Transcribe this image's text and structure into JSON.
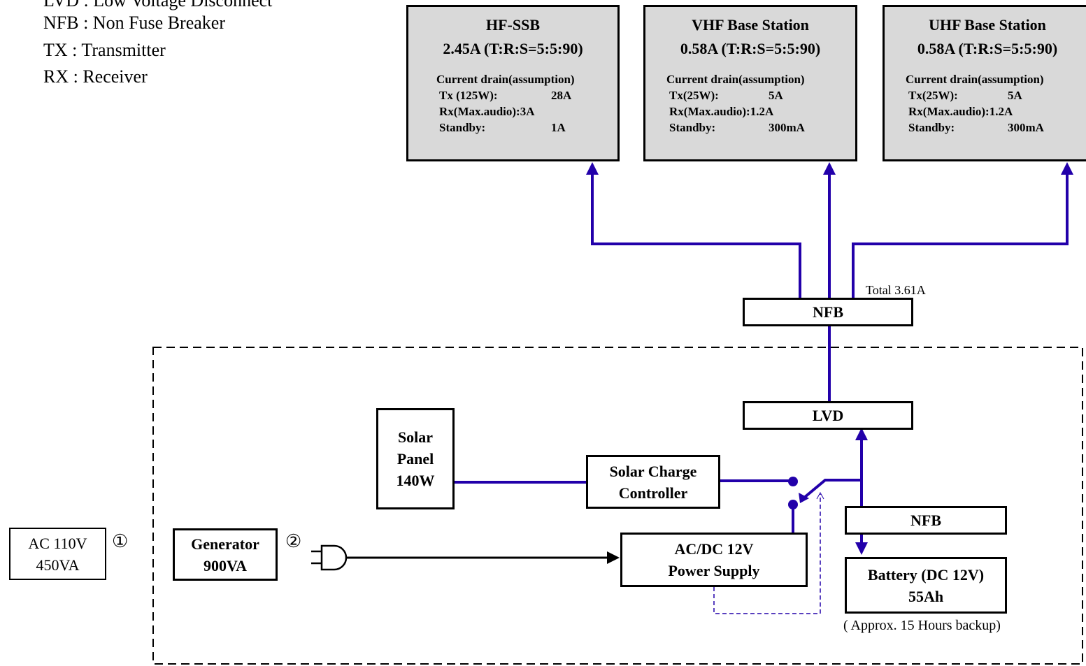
{
  "legend": [
    "LVD : Low Voltage Disconnect",
    "NFB : Non Fuse Breaker",
    "TX : Transmitter",
    "RX : Receiver"
  ],
  "radios": [
    {
      "title": "HF-SSB",
      "current": "2.45A (T:R:S=5:5:90)",
      "drain_header": "Current drain(assumption)",
      "tx_label": "Tx (125W):",
      "tx_value": "28A",
      "rx_label": "Rx(Max.audio):3A",
      "rx_value": "",
      "sb_label": "Standby:",
      "sb_value": "1A"
    },
    {
      "title": "VHF Base Station",
      "current": "0.58A (T:R:S=5:5:90)",
      "drain_header": "Current drain(assumption)",
      "tx_label": "Tx(25W):",
      "tx_value": "5A",
      "rx_label": "Rx(Max.audio):1.2A",
      "rx_value": "",
      "sb_label": "Standby:",
      "sb_value": "300mA"
    },
    {
      "title": "UHF Base Station",
      "current": "0.58A (T:R:S=5:5:90)",
      "drain_header": "Current drain(assumption)",
      "tx_label": "Tx(25W):",
      "tx_value": "5A",
      "rx_label": "Rx(Max.audio):1.2A",
      "rx_value": "",
      "sb_label": "Standby:",
      "sb_value": "300mA"
    }
  ],
  "total_label": "Total 3.61A",
  "nfb_top": "NFB",
  "lvd": "LVD",
  "solar_panel": [
    "Solar",
    "Panel",
    "140W"
  ],
  "solar_charge": [
    "Solar Charge",
    "Controller"
  ],
  "nfb_battery": "NFB",
  "battery": [
    "Battery (DC 12V)",
    "55Ah"
  ],
  "battery_note": "( Approx. 15 Hours backup)",
  "ac_dc": [
    "AC/DC 12V",
    "Power Supply"
  ],
  "generator": [
    "Generator",
    "900VA"
  ],
  "ac_source": [
    "AC 110V",
    "450VA"
  ],
  "marker_1": "①",
  "marker_2": "②",
  "colors": {
    "wire": "#2200aa",
    "radio_fill": "#d9d9d9",
    "line": "#000000"
  }
}
